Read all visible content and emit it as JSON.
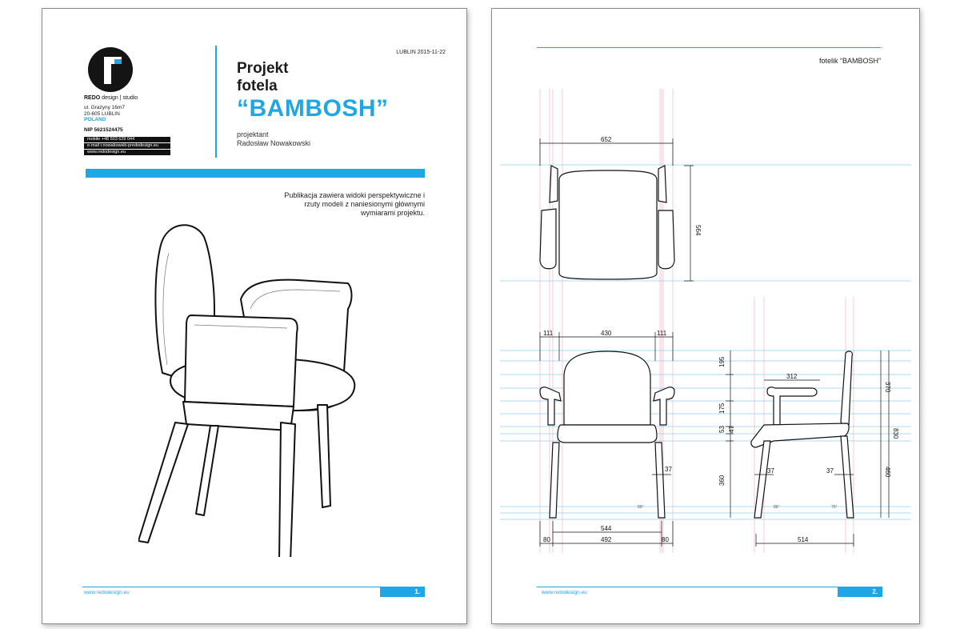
{
  "page1": {
    "studio": {
      "name_bold": "REDO",
      "name_rest": " design | studio",
      "address_line1": "ul. Grażyny 16m7",
      "address_line2": "20-605 LUBLIN",
      "country": "POLAND",
      "nip": "NIP 5621524475",
      "mobile": "mobile   +48 503 629 044",
      "email": "e-mail   r.nowakowski-predodesign.eu",
      "www": "www.redodesign.eu"
    },
    "date": "LUBLIN 2015-11-22",
    "title_line1": "Projekt",
    "title_line2": "fotela",
    "title_name": "“BAMBOSH”",
    "designer_label": "projektant",
    "designer_name": "Radosław Nowakowski",
    "intro": "Publikacja zawiera widoki perspektywiczne i rzuty modeli z naniesionymi głównymi wymiarami projektu.",
    "footer_url": "www.redodesign.eu",
    "page_number": "1."
  },
  "page2": {
    "header": "fotelik “BAMBOSH”",
    "footer_url": "www.redodesign.eu",
    "page_number": "2.",
    "dims": {
      "top_width": "652",
      "top_depth": "564",
      "front_arm_left": "111",
      "front_seat": "430",
      "front_arm_right": "111",
      "front_leg_span": "544",
      "front_foot_left": "80",
      "front_base": "492",
      "front_foot_right": "80",
      "front_leg": "37",
      "front_angle": "86°",
      "side_h1": "195",
      "side_h2": "175",
      "side_h3": "53",
      "side_h4": "47",
      "side_h5": "360",
      "side_seat_depth": "312",
      "side_leg1": "37",
      "side_leg2": "37",
      "side_back_h": "370",
      "side_total_h": "830",
      "side_lower_h": "460",
      "side_depth": "514",
      "side_angle1": "86°",
      "side_angle2": "75°"
    }
  },
  "colors": {
    "accent": "#1fa6e5",
    "ink": "#111111"
  }
}
